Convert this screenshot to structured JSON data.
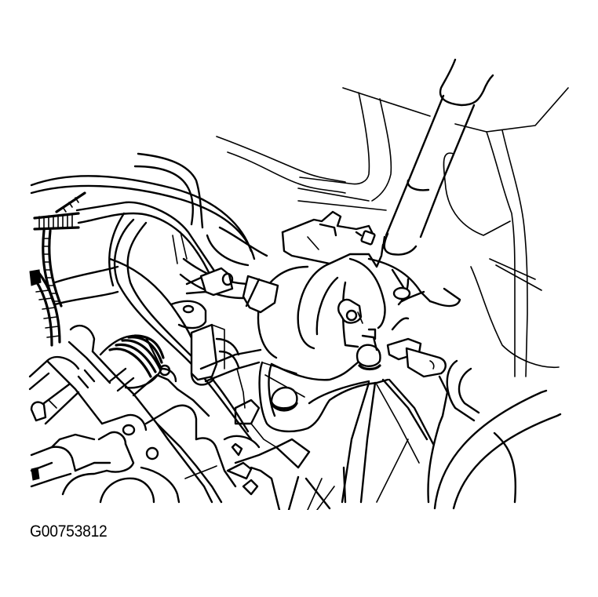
{
  "figure": {
    "id": "G00753812",
    "subject": "transmission mount and shift lever line drawing",
    "colors": {
      "line": "#000000",
      "background": "#ffffff"
    },
    "components": [
      "shift-lever",
      "transmission-mount-bracket",
      "mount-bolt-upper",
      "mount-bolt-lower-left",
      "mount-bolt-lower-right",
      "wiring-harness",
      "hoses",
      "cv-boot",
      "transaxle-housing",
      "body-panel"
    ]
  }
}
